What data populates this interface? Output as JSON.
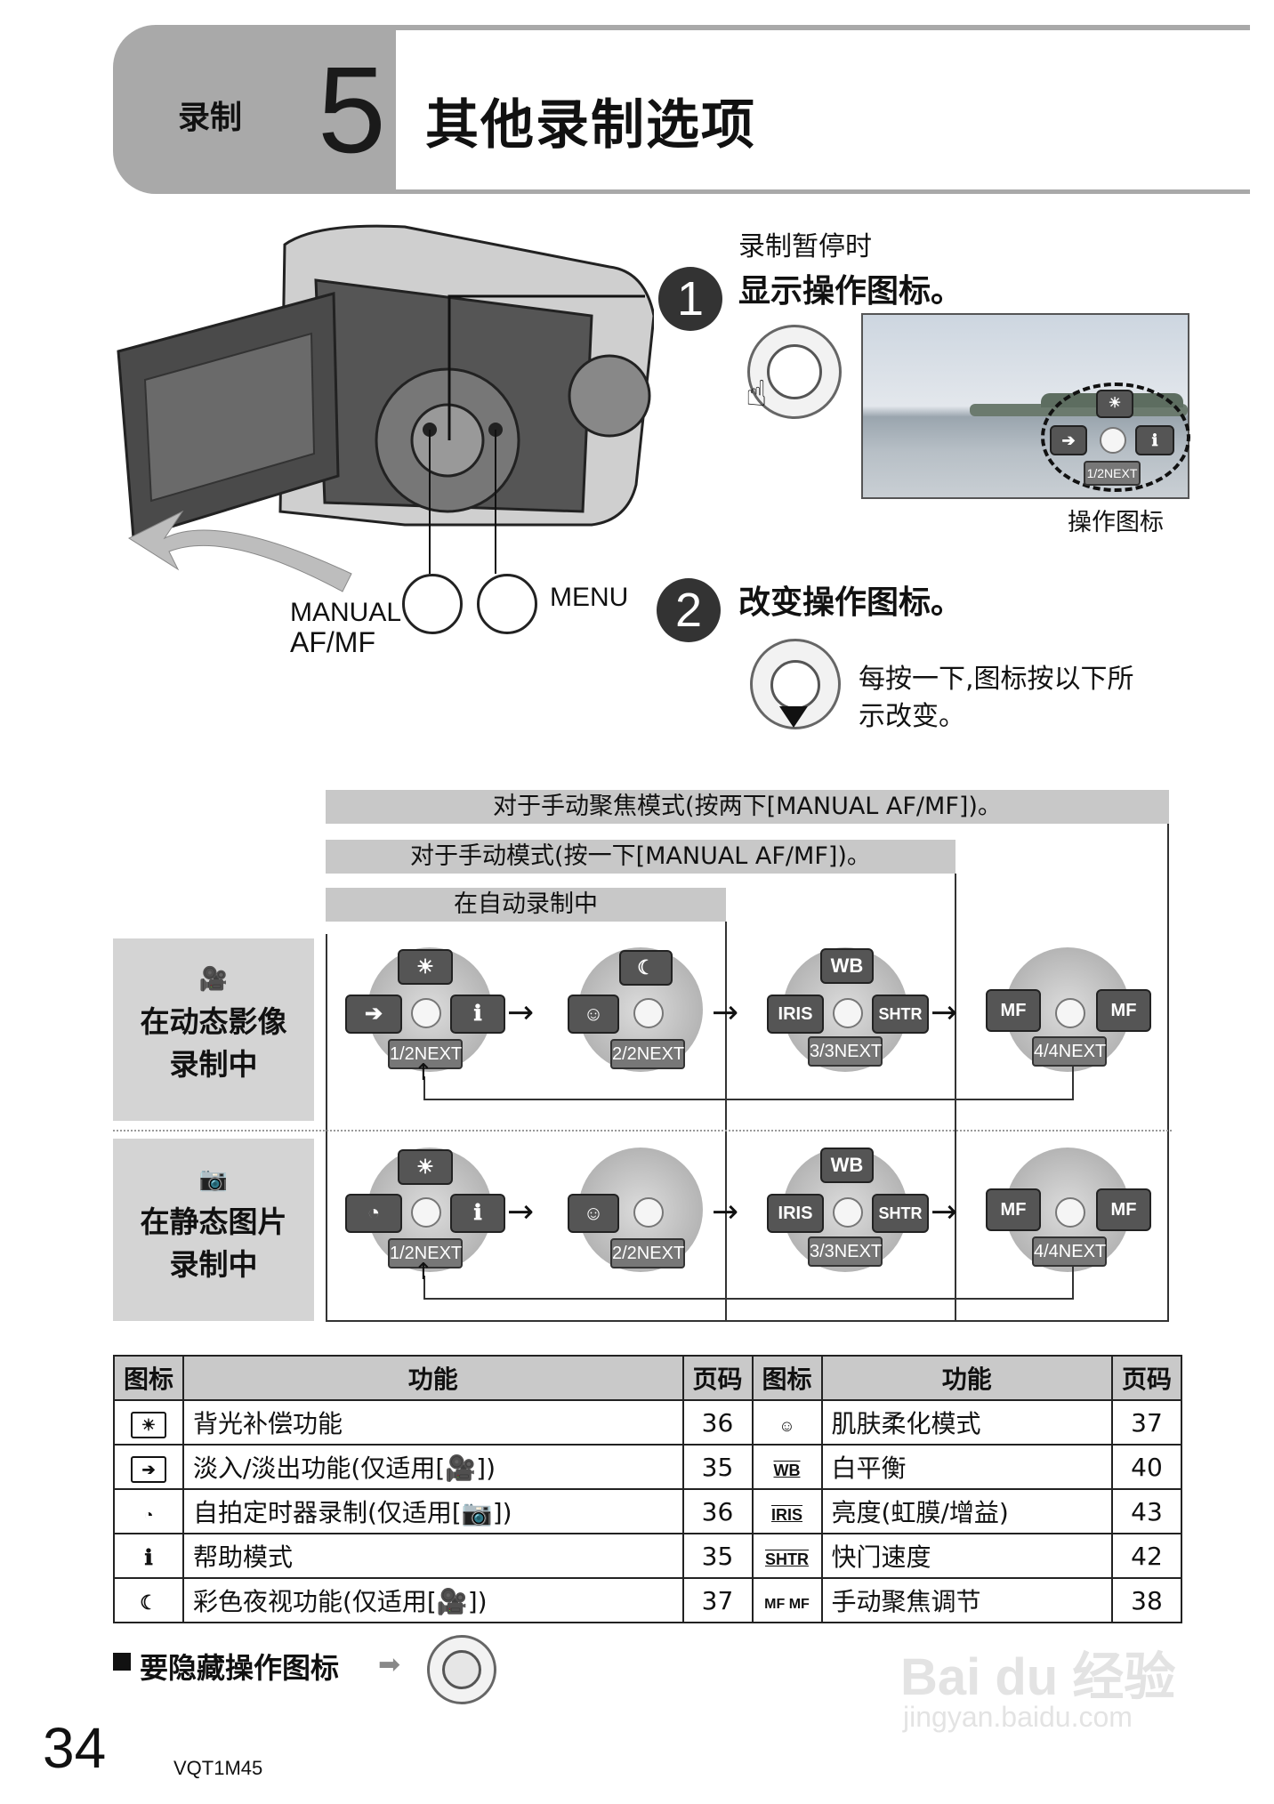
{
  "header": {
    "section_label": "录制",
    "section_number": "5",
    "title": "其他录制选项"
  },
  "step1": {
    "number": "1",
    "pre": "录制暂停时",
    "main": "显示操作图标。",
    "caption": "操作图标"
  },
  "step2": {
    "number": "2",
    "main": "改变操作图标。",
    "desc_line1": "每按一下,图标按以下所",
    "desc_line2": "示改变。"
  },
  "camera": {
    "button_manual": "MANUAL",
    "button_afmf": "AF/MF",
    "button_menu": "MENU"
  },
  "modes": {
    "manual_focus": "对于手动聚焦模式(按两下[MANUAL AF/MF])。",
    "manual": "对于手动模式(按一下[MANUAL AF/MF])。",
    "auto": "在自动录制中"
  },
  "rows": {
    "motion": {
      "line1": "在动态影像",
      "line2": "录制中"
    },
    "still": {
      "line1": "在静态图片",
      "line2": "录制中"
    }
  },
  "pages": [
    "1/2NEXT",
    "2/2NEXT",
    "3/3NEXT",
    "4/4NEXT"
  ],
  "icon_labels": {
    "wb": "WB",
    "iris": "IRIS",
    "shtr": "SHTR",
    "mf": "MF"
  },
  "table": {
    "headers": [
      "图标",
      "功能",
      "页码",
      "图标",
      "功能",
      "页码"
    ],
    "rows": [
      {
        "icon_l": "backlight-icon",
        "func_l": "背光补偿功能",
        "page_l": "36",
        "icon_r": "soft-skin-icon",
        "func_r": "肌肤柔化模式",
        "page_r": "37"
      },
      {
        "icon_l": "fade-icon",
        "func_l": "淡入/淡出功能(仅适用[",
        "func_l_tail": "])",
        "page_l": "35",
        "icon_r": "WB",
        "func_r": "白平衡",
        "page_r": "40"
      },
      {
        "icon_l": "self-timer-icon",
        "func_l": "自拍定时器录制(仅适用[",
        "func_l_tail": "])",
        "page_l": "36",
        "icon_r": "IRIS",
        "func_r": "亮度(虹膜/增益)",
        "page_r": "43"
      },
      {
        "icon_l": "help-icon",
        "func_l": "帮助模式",
        "page_l": "35",
        "icon_r": "SHTR",
        "func_r": "快门速度",
        "page_r": "42"
      },
      {
        "icon_l": "night-icon",
        "func_l": "彩色夜视功能(仅适用[",
        "func_l_tail": "])",
        "page_l": "37",
        "icon_r": "MF MF",
        "func_r": "手动聚焦调节",
        "page_r": "38"
      }
    ]
  },
  "hide": {
    "label": "要隐藏操作图标"
  },
  "footer": {
    "page": "34",
    "code": "VQT1M45"
  },
  "watermark": {
    "line1": "Bai du 经验",
    "line2": "jingyan.baidu.com"
  }
}
